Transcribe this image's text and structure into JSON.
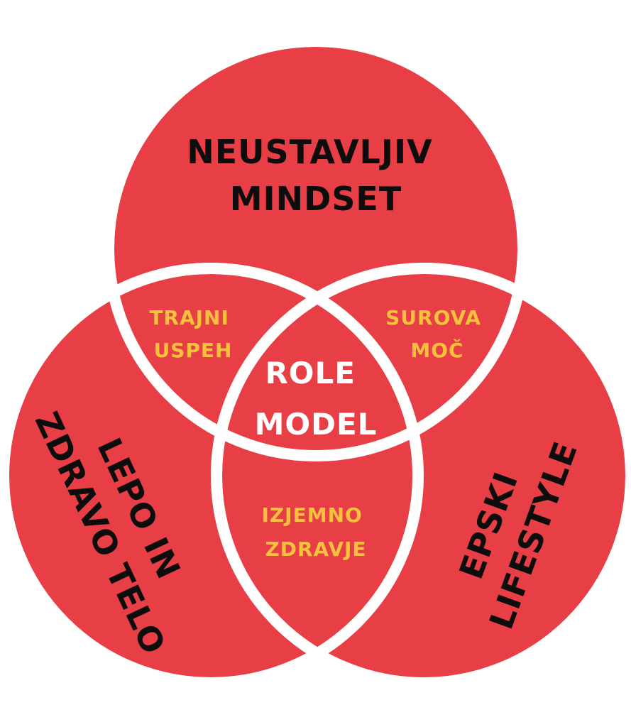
{
  "colors": {
    "circle_fill": "#E83F46",
    "outline": "#FFFFFF",
    "main_text": "#0D0D0D",
    "overlap_text": "#F6C13C",
    "center_text": "#FFFFFF"
  },
  "circles": {
    "top": {
      "line1": "NEUSTAVLJIV",
      "line2": "MINDSET"
    },
    "left": {
      "line1": "LEPO IN",
      "line2": "ZDRAVO TELO"
    },
    "right": {
      "line1": "EPSKI",
      "line2": "LIFESTYLE"
    }
  },
  "overlaps": {
    "top_left": {
      "line1": "TRAJNI",
      "line2": "USPEH"
    },
    "top_right": {
      "line1": "SUROVA",
      "line2": "MOČ"
    },
    "bottom": {
      "line1": "IZJEMNO",
      "line2": "ZDRAVJE"
    }
  },
  "center": {
    "line1": "ROLE",
    "line2": "MODEL"
  }
}
